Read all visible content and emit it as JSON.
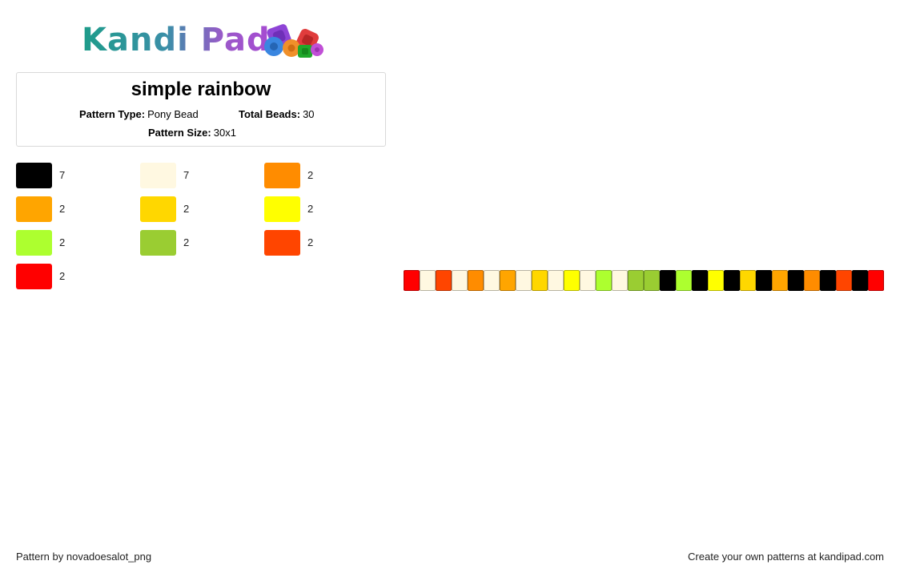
{
  "logo": {
    "text": "Kandi Pad",
    "icon": "bead-cluster-icon"
  },
  "pattern": {
    "title": "simple rainbow",
    "type_label": "Pattern Type:",
    "type_value": "Pony Bead",
    "total_label": "Total Beads:",
    "total_value": "30",
    "size_label": "Pattern Size:",
    "size_value": "30x1"
  },
  "legend": [
    {
      "color": "#000000",
      "count": "7"
    },
    {
      "color": "#fff8e1",
      "count": "7"
    },
    {
      "color": "#ff8c00",
      "count": "2"
    },
    {
      "color": "#ffa500",
      "count": "2"
    },
    {
      "color": "#ffd700",
      "count": "2"
    },
    {
      "color": "#ffff00",
      "count": "2"
    },
    {
      "color": "#adff2f",
      "count": "2"
    },
    {
      "color": "#9acd32",
      "count": "2"
    },
    {
      "color": "#ff4500",
      "count": "2"
    },
    {
      "color": "#ff0000",
      "count": "2"
    }
  ],
  "beads": [
    "#ff0000",
    "#fff8e1",
    "#ff4500",
    "#fff8e1",
    "#ff8c00",
    "#fff8e1",
    "#ffa500",
    "#fff8e1",
    "#ffd700",
    "#fff8e1",
    "#ffff00",
    "#fff8e1",
    "#adff2f",
    "#fff8e1",
    "#9acd32",
    "#9acd32",
    "#000000",
    "#adff2f",
    "#000000",
    "#ffff00",
    "#000000",
    "#ffd700",
    "#000000",
    "#ffa500",
    "#000000",
    "#ff8c00",
    "#000000",
    "#ff4500",
    "#000000",
    "#ff0000"
  ],
  "footer": {
    "credit": "Pattern by novadoesalot_png",
    "promo": "Create your own patterns at kandipad.com"
  }
}
